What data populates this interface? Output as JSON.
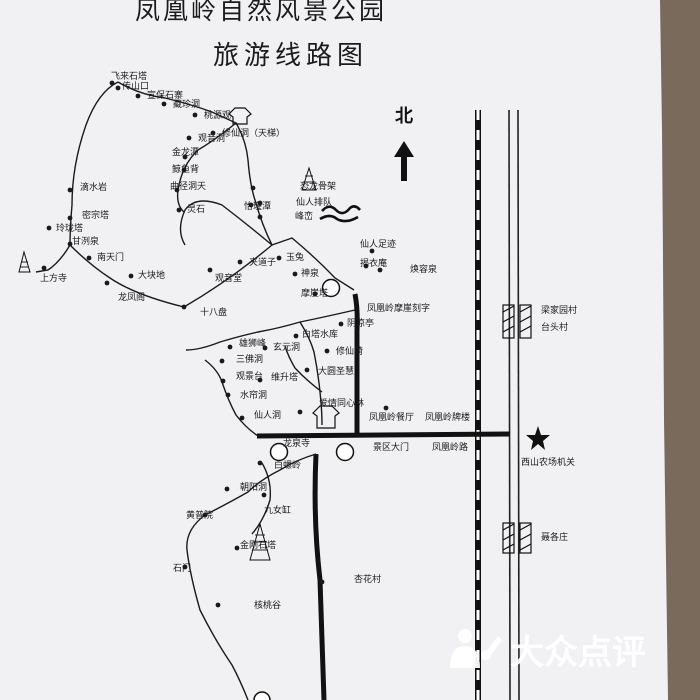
{
  "title": "凤凰岭自然风景公园",
  "subtitle": "旅游线路图",
  "north_label": "北",
  "watermark": "大众点评",
  "colors": {
    "paper": "#f1f1f4",
    "ink": "#1a1a1a",
    "table": "#7a6a5c"
  },
  "places": [
    {
      "id": "feilaishita",
      "name": "飞来石塔"
    },
    {
      "id": "chuanshankou",
      "name": "传山口"
    },
    {
      "id": "xuanbaoshizhai",
      "name": "宣保石寨"
    },
    {
      "id": "cangzhendong",
      "name": "藏珍洞"
    },
    {
      "id": "taoyuanguan",
      "name": "桃源观"
    },
    {
      "id": "xiuxiandong",
      "name": "修仙洞（天梯）"
    },
    {
      "id": "guanyindong",
      "name": "观音洞"
    },
    {
      "id": "jinlongtan",
      "name": "金龙潭"
    },
    {
      "id": "jingyubei",
      "name": "鲸鱼背"
    },
    {
      "id": "quxingdongtian",
      "name": "曲径洞天"
    },
    {
      "id": "lingshi",
      "name": "灵石"
    },
    {
      "id": "yitan",
      "name": "怡瑾潭"
    },
    {
      "id": "konglonggujia",
      "name": "恐龙骨架"
    },
    {
      "id": "xianrenpaidui",
      "name": "仙人排队"
    },
    {
      "id": "fengluan",
      "name": "峰峦"
    },
    {
      "id": "dishuiyan",
      "name": "滴水岩"
    },
    {
      "id": "mizongta",
      "name": "密宗塔"
    },
    {
      "id": "linglongta",
      "name": "玲珑塔"
    },
    {
      "id": "ganquanquan",
      "name": "甘洌泉"
    },
    {
      "id": "shangfangsi",
      "name": "上方寺"
    },
    {
      "id": "nantianmen",
      "name": "南天门"
    },
    {
      "id": "dakuaidi",
      "name": "大块地"
    },
    {
      "id": "longfengge",
      "name": "龙凤阁"
    },
    {
      "id": "guanyintang",
      "name": "观音堂"
    },
    {
      "id": "jiadaozi",
      "name": "夹道子"
    },
    {
      "id": "shibapan",
      "name": "十八盘"
    },
    {
      "id": "yutu",
      "name": "玉兔"
    },
    {
      "id": "shenquan",
      "name": "神泉"
    },
    {
      "id": "moyata",
      "name": "摩崖塔"
    },
    {
      "id": "xianrenzuji",
      "name": "仙人足迹"
    },
    {
      "id": "huanyiyan",
      "name": "揭衣庵"
    },
    {
      "id": "huanrongquan",
      "name": "焕容泉"
    },
    {
      "id": "moyaketi",
      "name": "凤凰岭摩崖刻字"
    },
    {
      "id": "yinliangting",
      "name": "阴凉亭"
    },
    {
      "id": "baitashuiku",
      "name": "白塔水库"
    },
    {
      "id": "xuanyuandong",
      "name": "玄元洞"
    },
    {
      "id": "xiongshifeng",
      "name": "雄狮峰"
    },
    {
      "id": "sanfodong",
      "name": "三佛洞"
    },
    {
      "id": "guanjingtai",
      "name": "观景台"
    },
    {
      "id": "xiuxianyi",
      "name": "修仙椅"
    },
    {
      "id": "weishengta",
      "name": "维升塔"
    },
    {
      "id": "daxiyuansheng",
      "name": "大圆圣慧"
    },
    {
      "id": "shuiliandong",
      "name": "水帘洞"
    },
    {
      "id": "xianrendong",
      "name": "仙人洞"
    },
    {
      "id": "aiqingtongxinlin",
      "name": "爱情同心林"
    },
    {
      "id": "canting",
      "name": "凤凰岭餐厅"
    },
    {
      "id": "pailou",
      "name": "凤凰岭牌楼"
    },
    {
      "id": "longquansi",
      "name": "龙泉寺"
    },
    {
      "id": "jingqudamen",
      "name": "景区大门"
    },
    {
      "id": "fenghuanglinglu",
      "name": "凤凰岭路"
    },
    {
      "id": "bailuoling",
      "name": "白螺岭"
    },
    {
      "id": "chaoyangdong",
      "name": "朝阳洞"
    },
    {
      "id": "huangpuyuan",
      "name": "黄普院"
    },
    {
      "id": "jiunvgang",
      "name": "九女缸"
    },
    {
      "id": "jingangshita",
      "name": "金刚石塔"
    },
    {
      "id": "shimen",
      "name": "石门"
    },
    {
      "id": "hetaogu",
      "name": "核桃谷"
    },
    {
      "id": "xinghuacun",
      "name": "杏花村"
    },
    {
      "id": "liangjiayuancun",
      "name": "梁家园村"
    },
    {
      "id": "taitoucun",
      "name": "台头村"
    },
    {
      "id": "xishannongchang",
      "name": "西山农场机关"
    },
    {
      "id": "niegezhuang",
      "name": "聂各庄"
    }
  ]
}
